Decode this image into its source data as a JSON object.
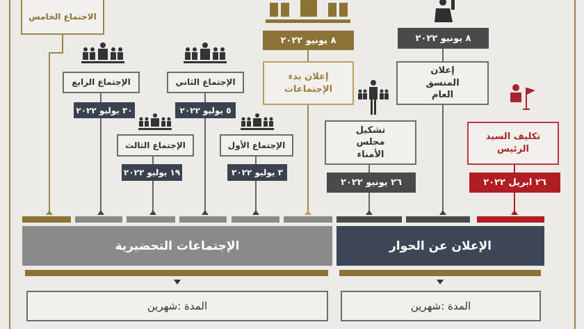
{
  "colors": {
    "gold": "#8c7235",
    "navy": "#3d4656",
    "dark": "#4a4a4a",
    "grey": "#8a8a8a",
    "red": "#b01e23"
  },
  "events": {
    "fifth": {
      "label": "الاجتماع الخامس"
    },
    "fourth": {
      "label": "الإجتماع الرابع",
      "date": "٣٠ يوليو ٢٠٢٢"
    },
    "second": {
      "label": "الإجتماع الثاني",
      "date": "٥ يوليو ٢٠٢٢"
    },
    "third": {
      "label": "الإجتماع الثالث",
      "date": "١٩ يوليو ٢٠٢٢"
    },
    "first": {
      "label": "الإجتماع الأول",
      "date": "٣ يوليو ٢٠٢٢"
    },
    "start": {
      "label": "إعلان بدء الإجتماعات",
      "date": "٨ يونيو ٢٠٢٢"
    },
    "coordinator": {
      "label": "إعلان المنسق العام",
      "date": "٨ يونيو ٢٠٢٢"
    },
    "council": {
      "label": "تشكيل مجلس الأمناء",
      "date": "٢٦ يونيو ٢٠٢٢"
    },
    "president": {
      "label": "تكليف السيد الرئيس",
      "date": "٢٦ ابريل ٢٠٢٢"
    }
  },
  "phases": [
    {
      "title": "الإجتماعات التحضيرية",
      "duration": "المدة :شهرين"
    },
    {
      "title": "الإعلان عن الحوار",
      "duration": "المدة :شهرين"
    }
  ]
}
